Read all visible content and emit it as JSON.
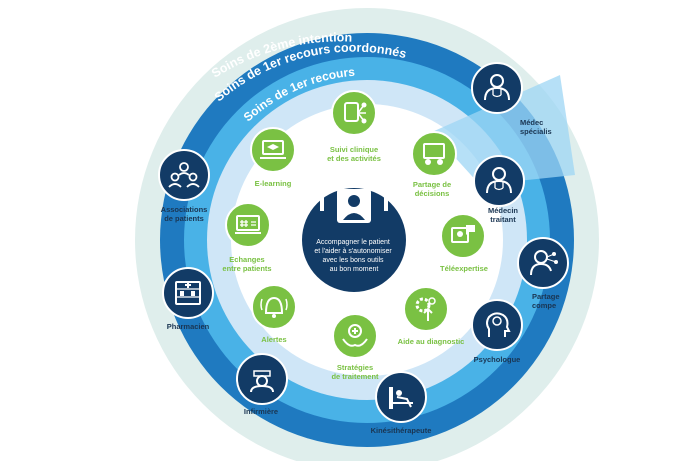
{
  "rings": {
    "outer": "Soins de 2ème intention",
    "middle": "Soins de 1er recours coordonnés",
    "inner": "Soins de 1er recours"
  },
  "center": {
    "lines": [
      "Accompagner le patient",
      "et l'aider à s'autonomiser",
      "avec les bons outils",
      "au bon moment"
    ]
  },
  "services": {
    "suivi": [
      "Suivi clinique",
      "et des activités"
    ],
    "partage": [
      "Partage de",
      "décisions"
    ],
    "teleexpertise": [
      "Téléexpertise"
    ],
    "diagnostic": [
      "Aide au diagnostic"
    ],
    "strategies": [
      "Stratégies",
      "de traitement"
    ],
    "alertes": [
      "Alertes"
    ],
    "echanges": [
      "Echanges",
      "entre patients"
    ],
    "elearning": [
      "E-learning"
    ]
  },
  "actors": {
    "specialiste": [
      "Médec",
      "spécialis"
    ],
    "traitant": [
      "Médecin",
      "traitant"
    ],
    "partage_comp": [
      "Partage",
      "compe"
    ],
    "psychologue": [
      "Psychologue"
    ],
    "kine": [
      "Kinésithérapeute"
    ],
    "infirmiere": [
      "Infirmière"
    ],
    "pharmacien": [
      "Pharmacien"
    ],
    "associations": [
      "Associations",
      "de patients"
    ]
  },
  "icons": {
    "suivi": "tablet-network-icon",
    "partage": "shared-screen-icon",
    "teleexpertise": "video-consult-icon",
    "diagnostic": "gear-touch-icon",
    "strategies": "hands-cross-icon",
    "alertes": "bell-icon",
    "echanges": "keyboard-hash-icon",
    "elearning": "laptop-graduation-icon",
    "specialiste": "doctor-icon",
    "traitant": "doctor-icon",
    "partage_comp": "person-network-icon",
    "psychologue": "head-brain-icon",
    "kine": "physiotherapy-icon",
    "infirmiere": "nurse-icon",
    "pharmacien": "pharmacy-icon",
    "associations": "group-icon"
  },
  "colors": {
    "outer_ring": "#dfeeec",
    "middle_ring": "#1f7ac0",
    "inner_ring": "#49b2e7",
    "core": "#cfe6f7",
    "service_green": "#7ac143",
    "service_text": "#7ac143",
    "actor_navy": "#123b66",
    "center_navy": "#123b66",
    "label_dark": "#1a3552",
    "highlight": "#9ed6f4"
  }
}
